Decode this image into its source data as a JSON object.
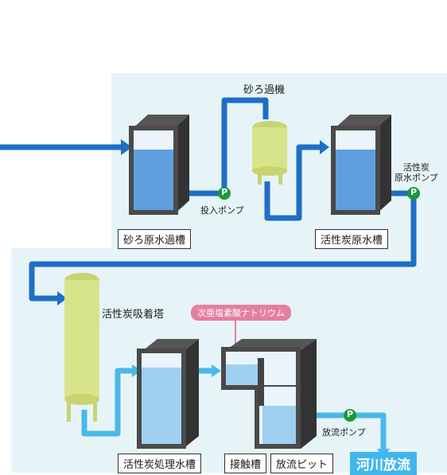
{
  "labels": {
    "sand_filter": "砂ろ過機",
    "feed_pump": "投入ポンプ",
    "carbon_raw_pump": "活性炭\n原水ポンプ",
    "carbon_adsorption_tower": "活性炭吸着塔",
    "discharge_pump": "放流ポンプ"
  },
  "tanks": {
    "sand_raw_tank": "砂ろ原水過槽",
    "carbon_raw_tank": "活性炭原水槽",
    "carbon_treated_tank": "活性炭処理水槽",
    "contact_tank": "接触槽",
    "discharge_pit": "放流ピット"
  },
  "chemical": "次亜塩素酸ナトリウム",
  "river": "河川放流",
  "pump_symbol": "P",
  "colors": {
    "pipe_dark": "#1e6fc4",
    "pipe_light": "#4ab8ea",
    "panel": "#e6f4f7",
    "pump": "#1a9a3a",
    "vessel": "#d8e48a",
    "water": "#a9d2f0",
    "chemical_badge": "#e57ea3"
  }
}
